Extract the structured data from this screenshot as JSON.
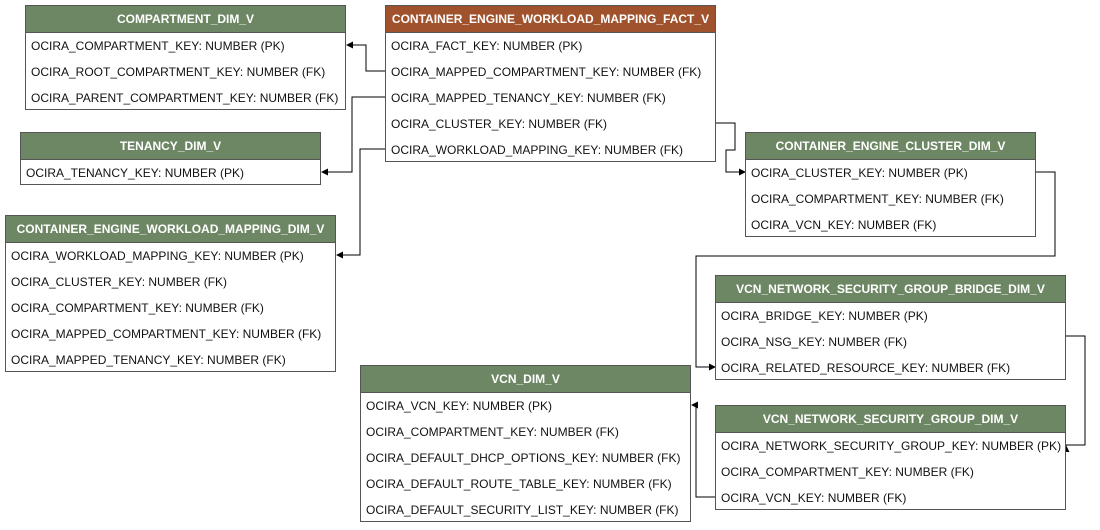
{
  "tables": {
    "compartment": {
      "title": "COMPARTMENT_DIM_V",
      "columns": [
        "OCIRA_COMPARTMENT_KEY: NUMBER (PK)",
        "OCIRA_ROOT_COMPARTMENT_KEY: NUMBER (FK)",
        "OCIRA_PARENT_COMPARTMENT_KEY: NUMBER (FK)"
      ]
    },
    "tenancy": {
      "title": "TENANCY_DIM_V",
      "columns": [
        "OCIRA_TENANCY_KEY: NUMBER (PK)"
      ]
    },
    "workload_dim": {
      "title": "CONTAINER_ENGINE_WORKLOAD_MAPPING_DIM_V",
      "columns": [
        "OCIRA_WORKLOAD_MAPPING_KEY: NUMBER (PK)",
        "OCIRA_CLUSTER_KEY: NUMBER (FK)",
        "OCIRA_COMPARTMENT_KEY: NUMBER (FK)",
        "OCIRA_MAPPED_COMPARTMENT_KEY: NUMBER (FK)",
        "OCIRA_MAPPED_TENANCY_KEY: NUMBER (FK)"
      ]
    },
    "fact": {
      "title": "CONTAINER_ENGINE_WORKLOAD_MAPPING_FACT_V",
      "columns": [
        "OCIRA_FACT_KEY: NUMBER (PK)",
        "OCIRA_MAPPED_COMPARTMENT_KEY: NUMBER (FK)",
        "OCIRA_MAPPED_TENANCY_KEY: NUMBER (FK)",
        "OCIRA_CLUSTER_KEY: NUMBER (FK)",
        "OCIRA_WORKLOAD_MAPPING_KEY: NUMBER (FK)"
      ]
    },
    "cluster": {
      "title": "CONTAINER_ENGINE_CLUSTER_DIM_V",
      "columns": [
        "OCIRA_CLUSTER_KEY: NUMBER (PK)",
        "OCIRA_COMPARTMENT_KEY: NUMBER (FK)",
        "OCIRA_VCN_KEY: NUMBER (FK)"
      ]
    },
    "nsg_bridge": {
      "title": "VCN_NETWORK_SECURITY_GROUP_BRIDGE_DIM_V",
      "columns": [
        "OCIRA_BRIDGE_KEY: NUMBER (PK)",
        "OCIRA_NSG_KEY: NUMBER (FK)",
        "OCIRA_RELATED_RESOURCE_KEY: NUMBER (FK)"
      ]
    },
    "vcn": {
      "title": "VCN_DIM_V",
      "columns": [
        "OCIRA_VCN_KEY: NUMBER (PK)",
        "OCIRA_COMPARTMENT_KEY: NUMBER (FK)",
        "OCIRA_DEFAULT_DHCP_OPTIONS_KEY: NUMBER (FK)",
        "OCIRA_DEFAULT_ROUTE_TABLE_KEY: NUMBER (FK)",
        "OCIRA_DEFAULT_SECURITY_LIST_KEY: NUMBER (FK)"
      ]
    },
    "nsg": {
      "title": "VCN_NETWORK_SECURITY_GROUP_DIM_V",
      "columns": [
        "OCIRA_NETWORK_SECURITY_GROUP_KEY: NUMBER (PK)",
        "OCIRA_COMPARTMENT_KEY: NUMBER (FK)",
        "OCIRA_VCN_KEY: NUMBER (FK)"
      ]
    }
  },
  "colors": {
    "dim_header": "#6d8764",
    "fact_header": "#a0522d",
    "border": "#555555",
    "connector": "#000000"
  }
}
